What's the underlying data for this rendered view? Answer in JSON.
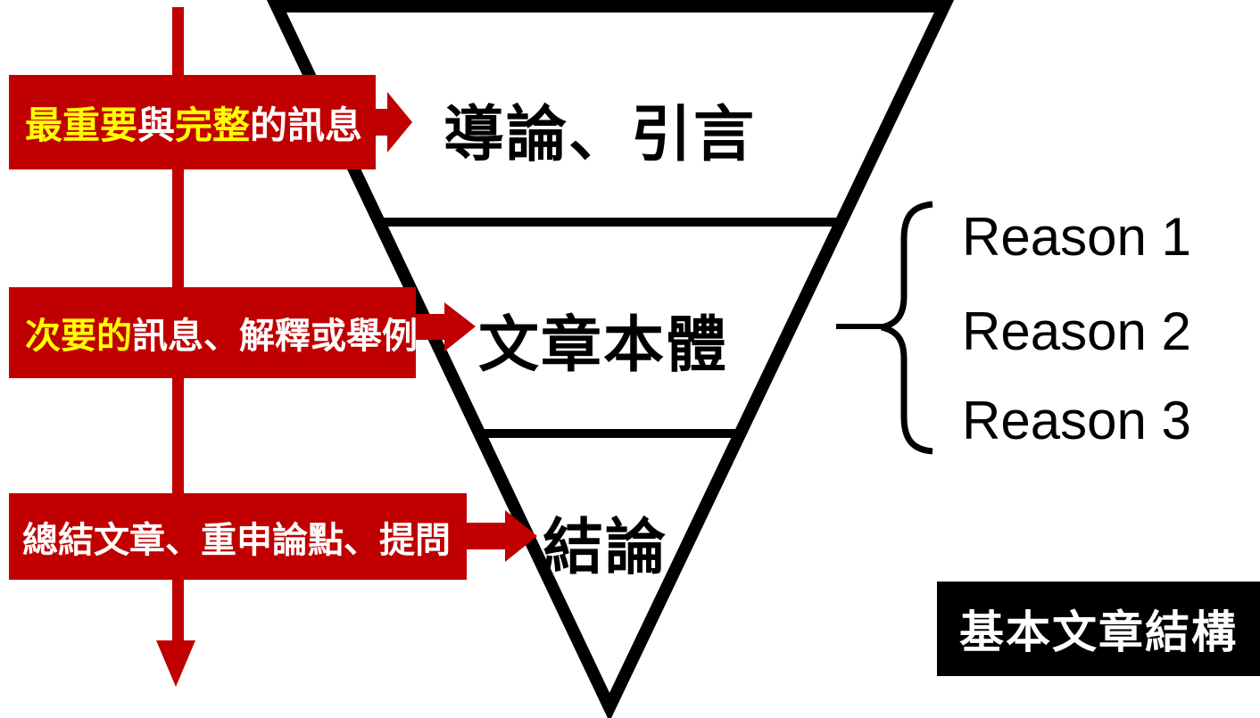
{
  "colors": {
    "red": "#C00000",
    "yellow": "#FFFF00",
    "black": "#000000",
    "white": "#FFFFFF"
  },
  "pyramid": {
    "sections": [
      {
        "label": "導論、引言"
      },
      {
        "label": "文章本體"
      },
      {
        "label": "結論"
      }
    ]
  },
  "annotations": [
    {
      "segments": [
        {
          "text": "最重要",
          "color": "yellow"
        },
        {
          "text": "與",
          "color": "white"
        },
        {
          "text": "完整",
          "color": "yellow"
        },
        {
          "text": "的訊息",
          "color": "white"
        }
      ]
    },
    {
      "segments": [
        {
          "text": "次要的",
          "color": "yellow"
        },
        {
          "text": "訊息、解釋或舉例",
          "color": "white"
        }
      ]
    },
    {
      "segments": [
        {
          "text": "總結文章、重申論點、提問",
          "color": "white"
        }
      ]
    }
  ],
  "reasons": {
    "items": [
      {
        "label": "Reason 1"
      },
      {
        "label": "Reason 2"
      },
      {
        "label": "Reason 3"
      }
    ]
  },
  "caption": {
    "text": "基本文章結構"
  }
}
